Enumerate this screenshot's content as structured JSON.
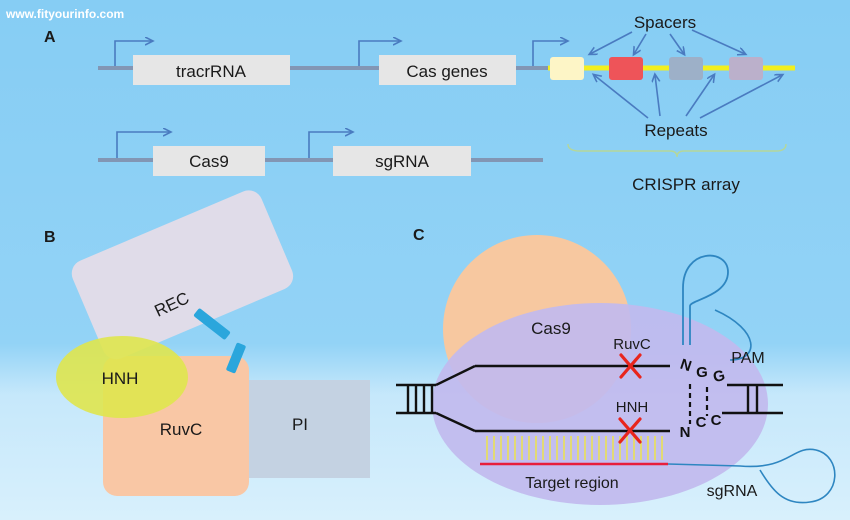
{
  "watermark": "www.fityourinfo.com",
  "panel_a": {
    "letter": "A",
    "gene_tracrrna": "tracrRNA",
    "gene_cas": "Cas genes",
    "gene_cas9": "Cas9",
    "gene_sgrna": "sgRNA",
    "label_spacers": "Spacers",
    "label_repeats": "Repeats",
    "label_crispr_array": "CRISPR array"
  },
  "panel_b": {
    "letter": "B",
    "domain_rec": "REC",
    "domain_hnh": "HNH",
    "domain_ruvc": "RuvC",
    "domain_pi": "PI"
  },
  "panel_c": {
    "letter": "C",
    "label_cas9": "Cas9",
    "label_ruvc": "RuvC",
    "label_hnh": "HNH",
    "label_pam": "PAM",
    "pam_top": [
      "N",
      "G",
      "G"
    ],
    "pam_bottom": [
      "N",
      "C",
      "C"
    ],
    "label_target_region": "Target region",
    "label_sgrna": "sgRNA"
  },
  "colors": {
    "background_top": "#86cdf4",
    "background_bottom": "#d8f0fc",
    "gene_box": "#e6e6e6",
    "dna_line": "#8296b4",
    "promoter_arrow": "#4a7bc0",
    "crispr_backbone": "#f2ef1e",
    "leader": "#fdf5c6",
    "spacer_red": "#ee5459",
    "spacer_blue": "#9db0c8",
    "spacer_lilac": "#bbb0cb",
    "rec": "#e6dde7",
    "hnh": "#dfe54e",
    "ruvc": "#f9c7a5",
    "pi": "#c4d2e2",
    "linker": "#2aa6dc",
    "cas9_orange": "#f7c8a0",
    "cas9_purple": "#c1baee",
    "cross": "#e8251d",
    "target_line": "#e81e3c",
    "sgrna_teeth": "#f0e640",
    "sgrna_line": "#2e86c1"
  }
}
